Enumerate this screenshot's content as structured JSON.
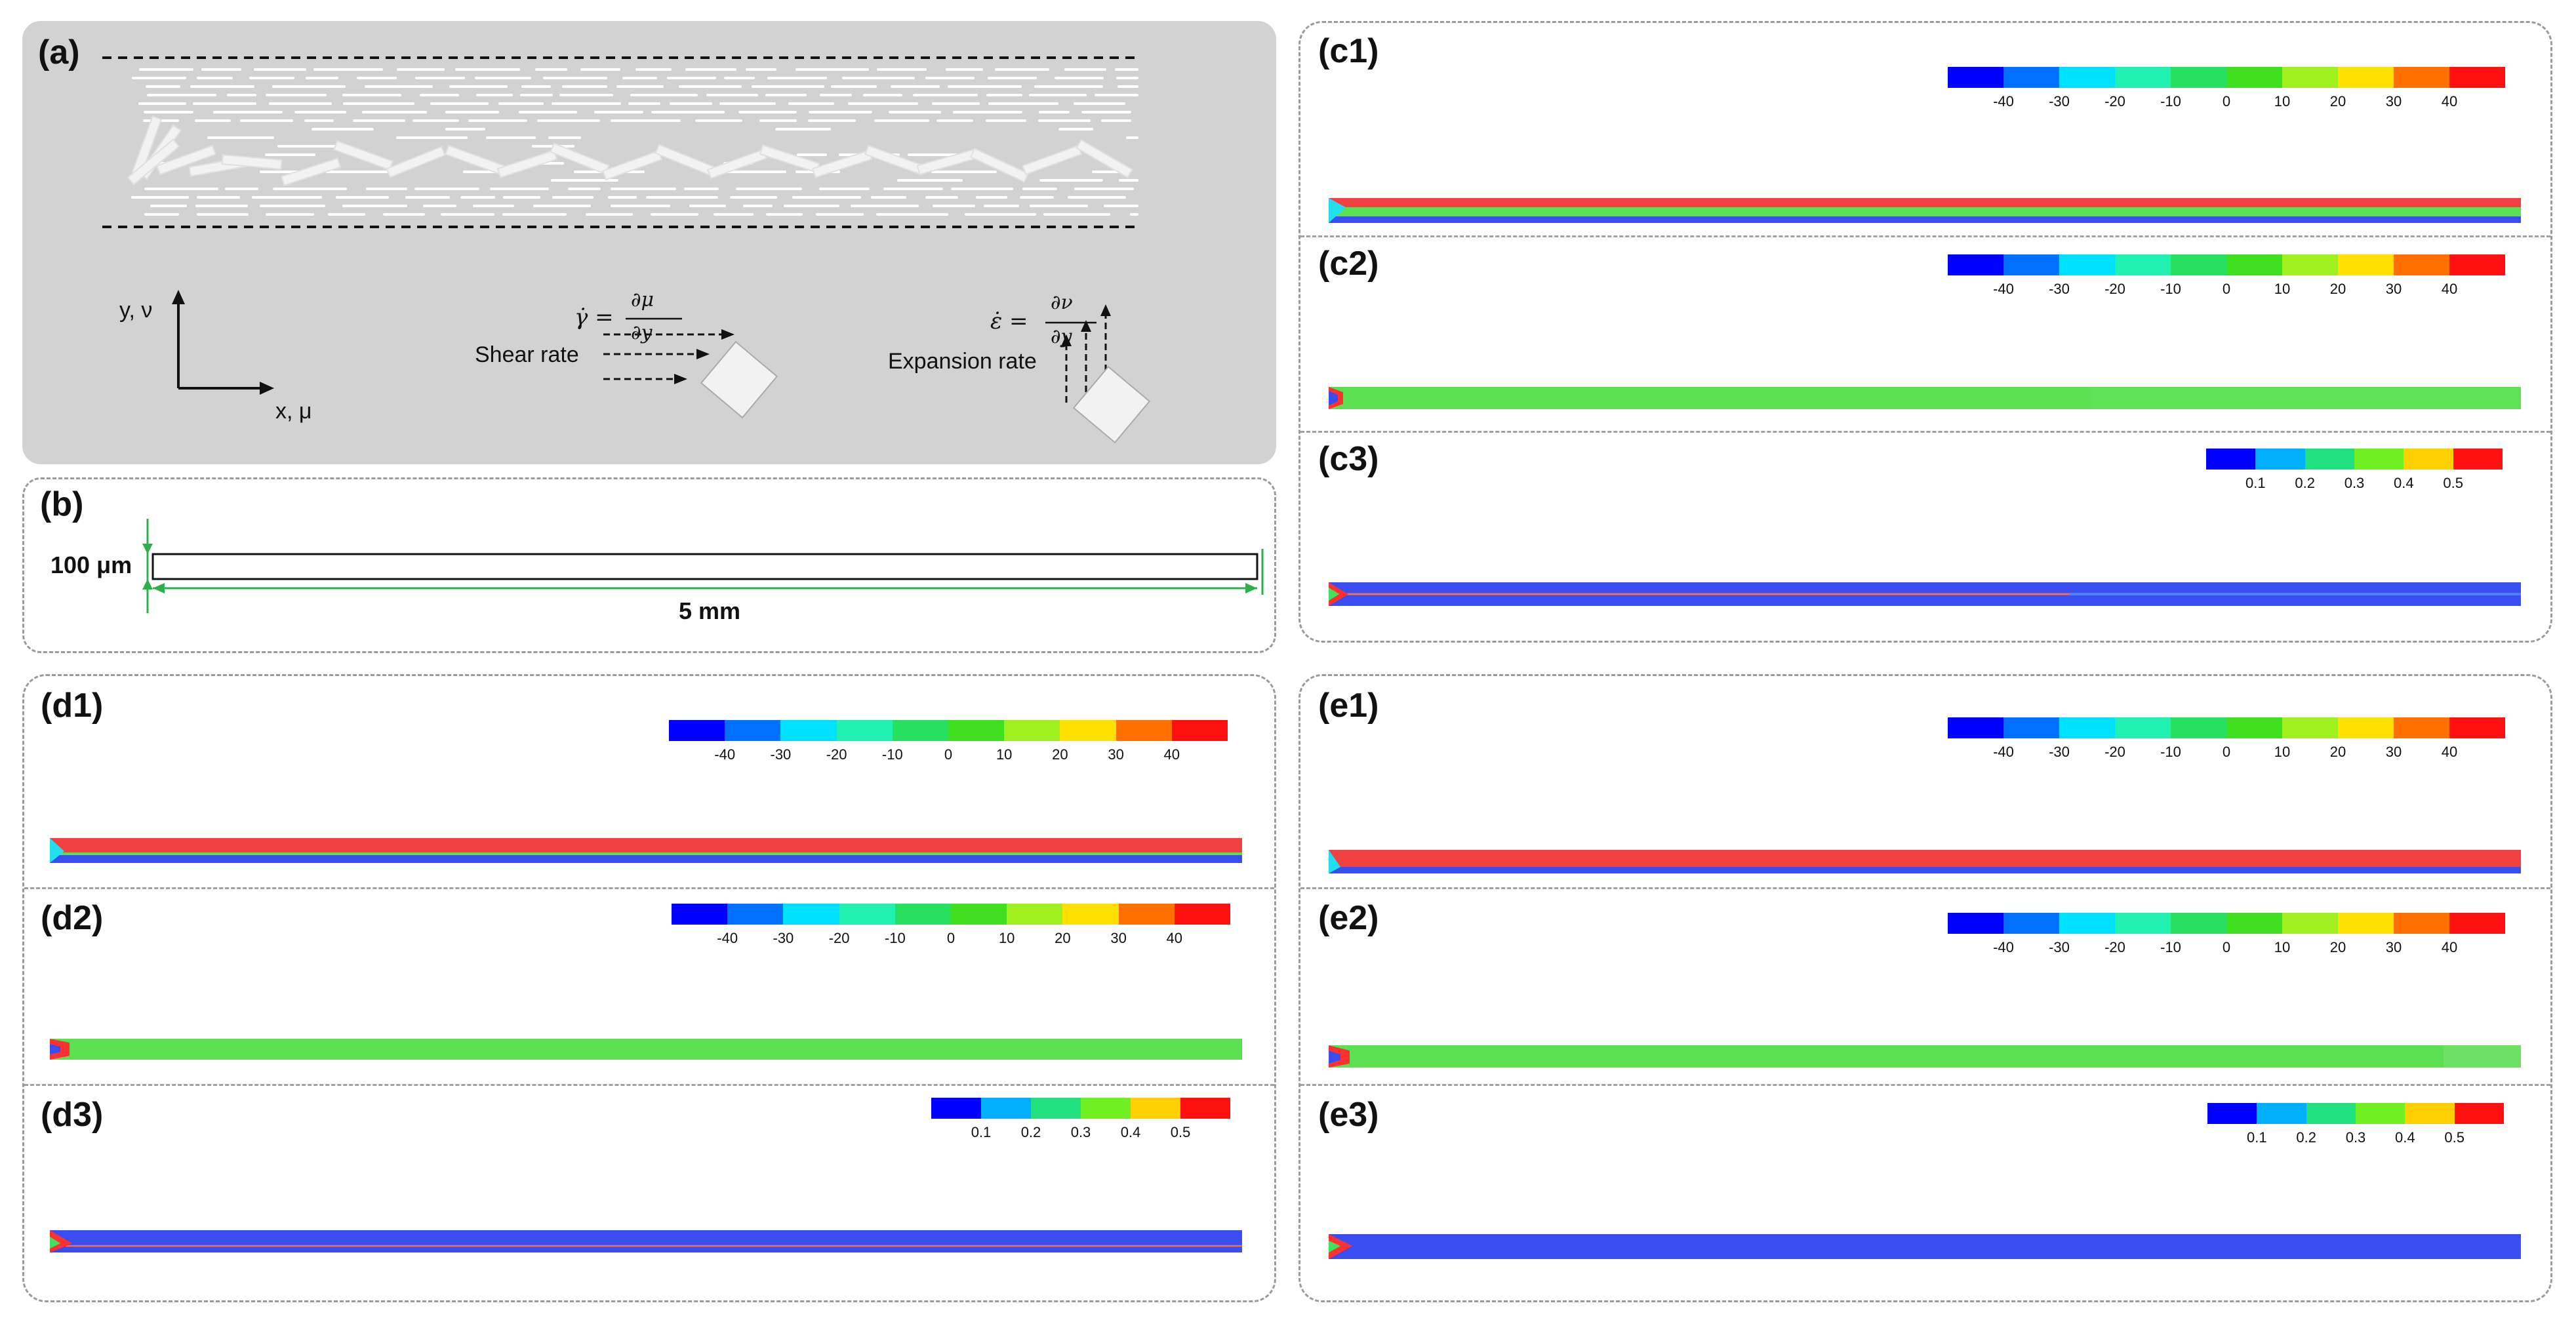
{
  "panels": {
    "a": "(a)",
    "b": "(b)",
    "c1": "(c1)",
    "c2": "(c2)",
    "c3": "(c3)",
    "d1": "(d1)",
    "d2": "(d2)",
    "d3": "(d3)",
    "e1": "(e1)",
    "e2": "(e2)",
    "e3": "(e3)"
  },
  "schematic": {
    "y_axis": "y, ν",
    "x_axis": "x, μ",
    "shear_label": "Shear rate",
    "shear_lhs": "γ̇ =",
    "shear_num": "∂μ",
    "shear_den": "∂y",
    "expansion_label": "Expansion rate",
    "expansion_lhs": "ε̇ =",
    "expansion_num": "∂ν",
    "expansion_den": "∂y"
  },
  "geometry_panel": {
    "height_label": "100 μm",
    "length_label": "5 mm"
  },
  "colorbars": {
    "shear_ticks": [
      "-40",
      "-30",
      "-20",
      "-10",
      "0",
      "10",
      "20",
      "30",
      "40"
    ],
    "fraction_ticks": [
      "0.1",
      "0.2",
      "0.3",
      "0.4",
      "0.5"
    ],
    "shear_colors": [
      "#0000ff",
      "#0070ff",
      "#00e0ff",
      "#20f0b0",
      "#28e060",
      "#40e020",
      "#a0f020",
      "#ffe000",
      "#ff7000",
      "#ff1010"
    ],
    "fraction_colors": [
      "#0000ff",
      "#00b0ff",
      "#20e080",
      "#70f020",
      "#ffd000",
      "#ff1010"
    ]
  },
  "colors": {
    "field_red": "#f04040",
    "field_green": "#5ae050",
    "field_blue": "#3a4df0",
    "guide_green": "#2db04a"
  }
}
